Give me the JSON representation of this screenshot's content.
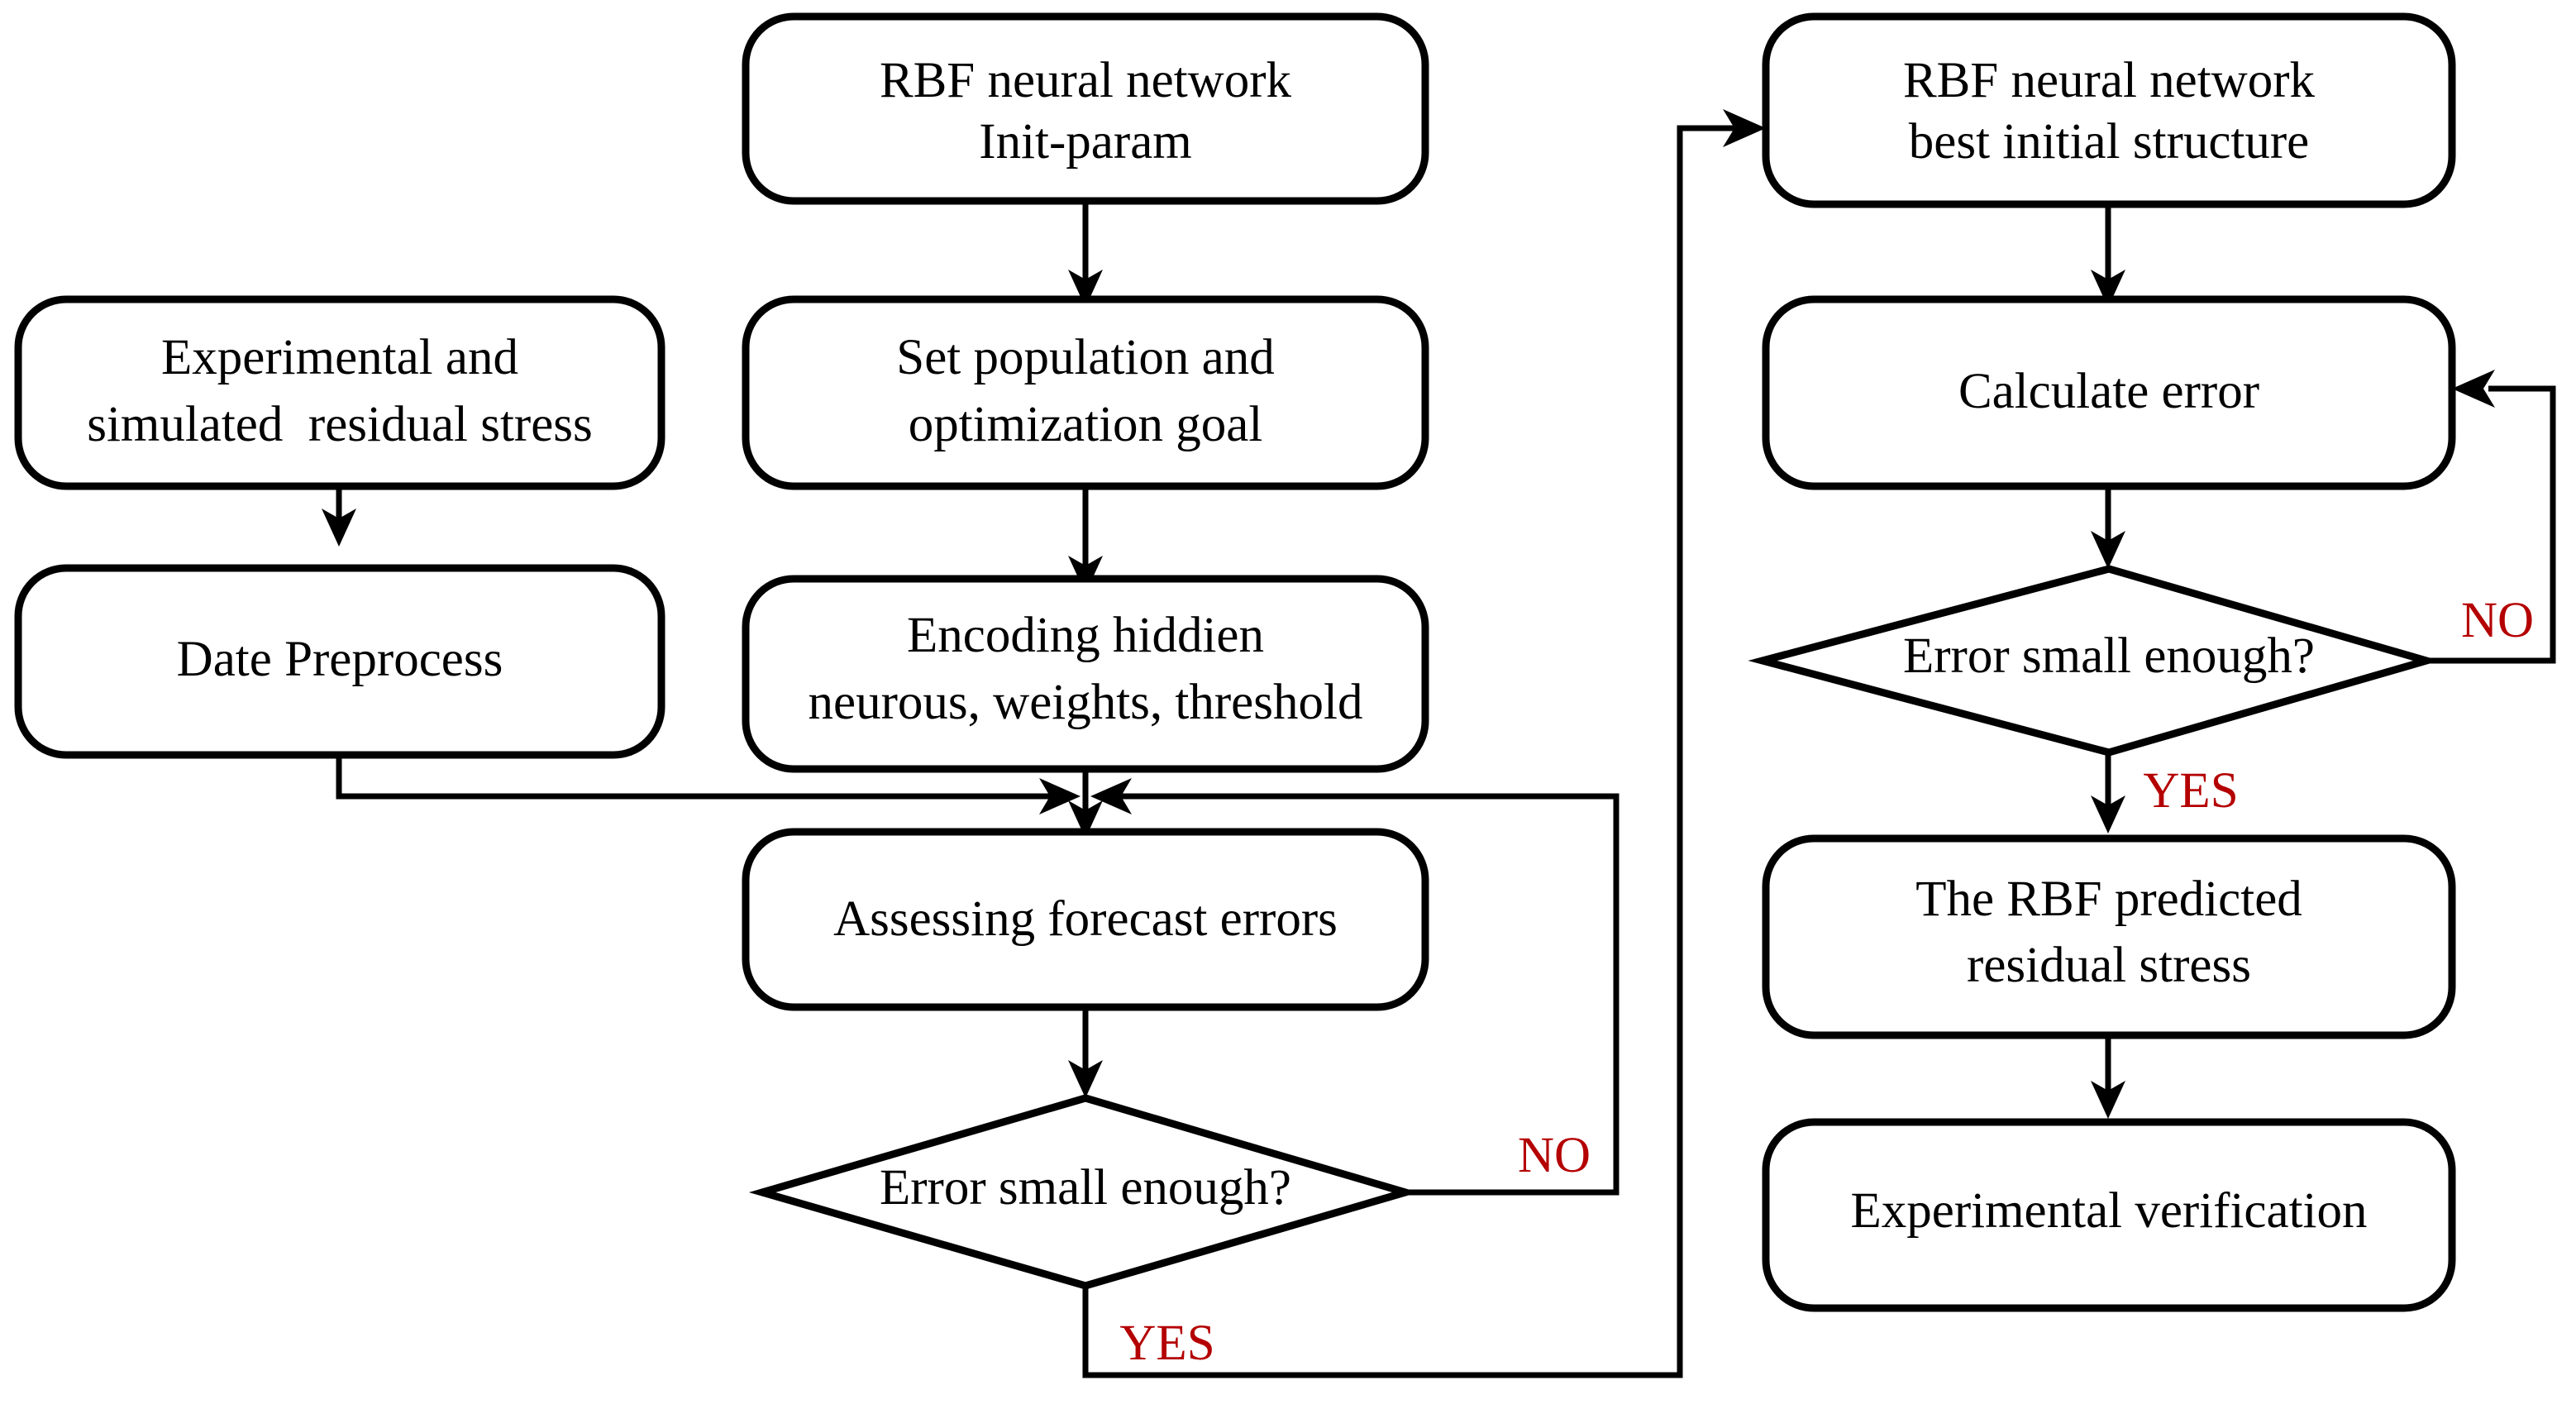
{
  "diagram": {
    "title": "RBF neural network optimization flowchart",
    "background_color": "#ffffff",
    "line_color": "#000000",
    "text_color": "#000000",
    "branch_label_color": "#b40000"
  },
  "nodes": {
    "rbf_init": {
      "line1": "RBF neural network",
      "line2": "Init-param"
    },
    "experimental": {
      "line1": "Experimental and",
      "line2": "simulated  residual stress"
    },
    "set_population": {
      "line1": "Set population and",
      "line2": "optimization goal"
    },
    "date_preprocess": {
      "line1": "Date Preprocess"
    },
    "encoding": {
      "line1": "Encoding hiddien",
      "line2": "neurous, weights, threshold"
    },
    "assessing": {
      "line1": "Assessing forecast errors"
    },
    "decision_left": {
      "line1": "Error small enough?"
    },
    "rbf_best": {
      "line1": "RBF neural network",
      "line2": "best initial structure"
    },
    "calculate_error": {
      "line1": "Calculate error"
    },
    "decision_right": {
      "line1": "Error small enough?"
    },
    "rbf_predicted": {
      "line1": "The RBF predicted",
      "line2": "residual stress"
    },
    "experimental_verification": {
      "line1": "Experimental verification"
    }
  },
  "branch_labels": {
    "left_no": "NO",
    "left_yes": "YES",
    "right_no": "NO",
    "right_yes": "YES"
  }
}
